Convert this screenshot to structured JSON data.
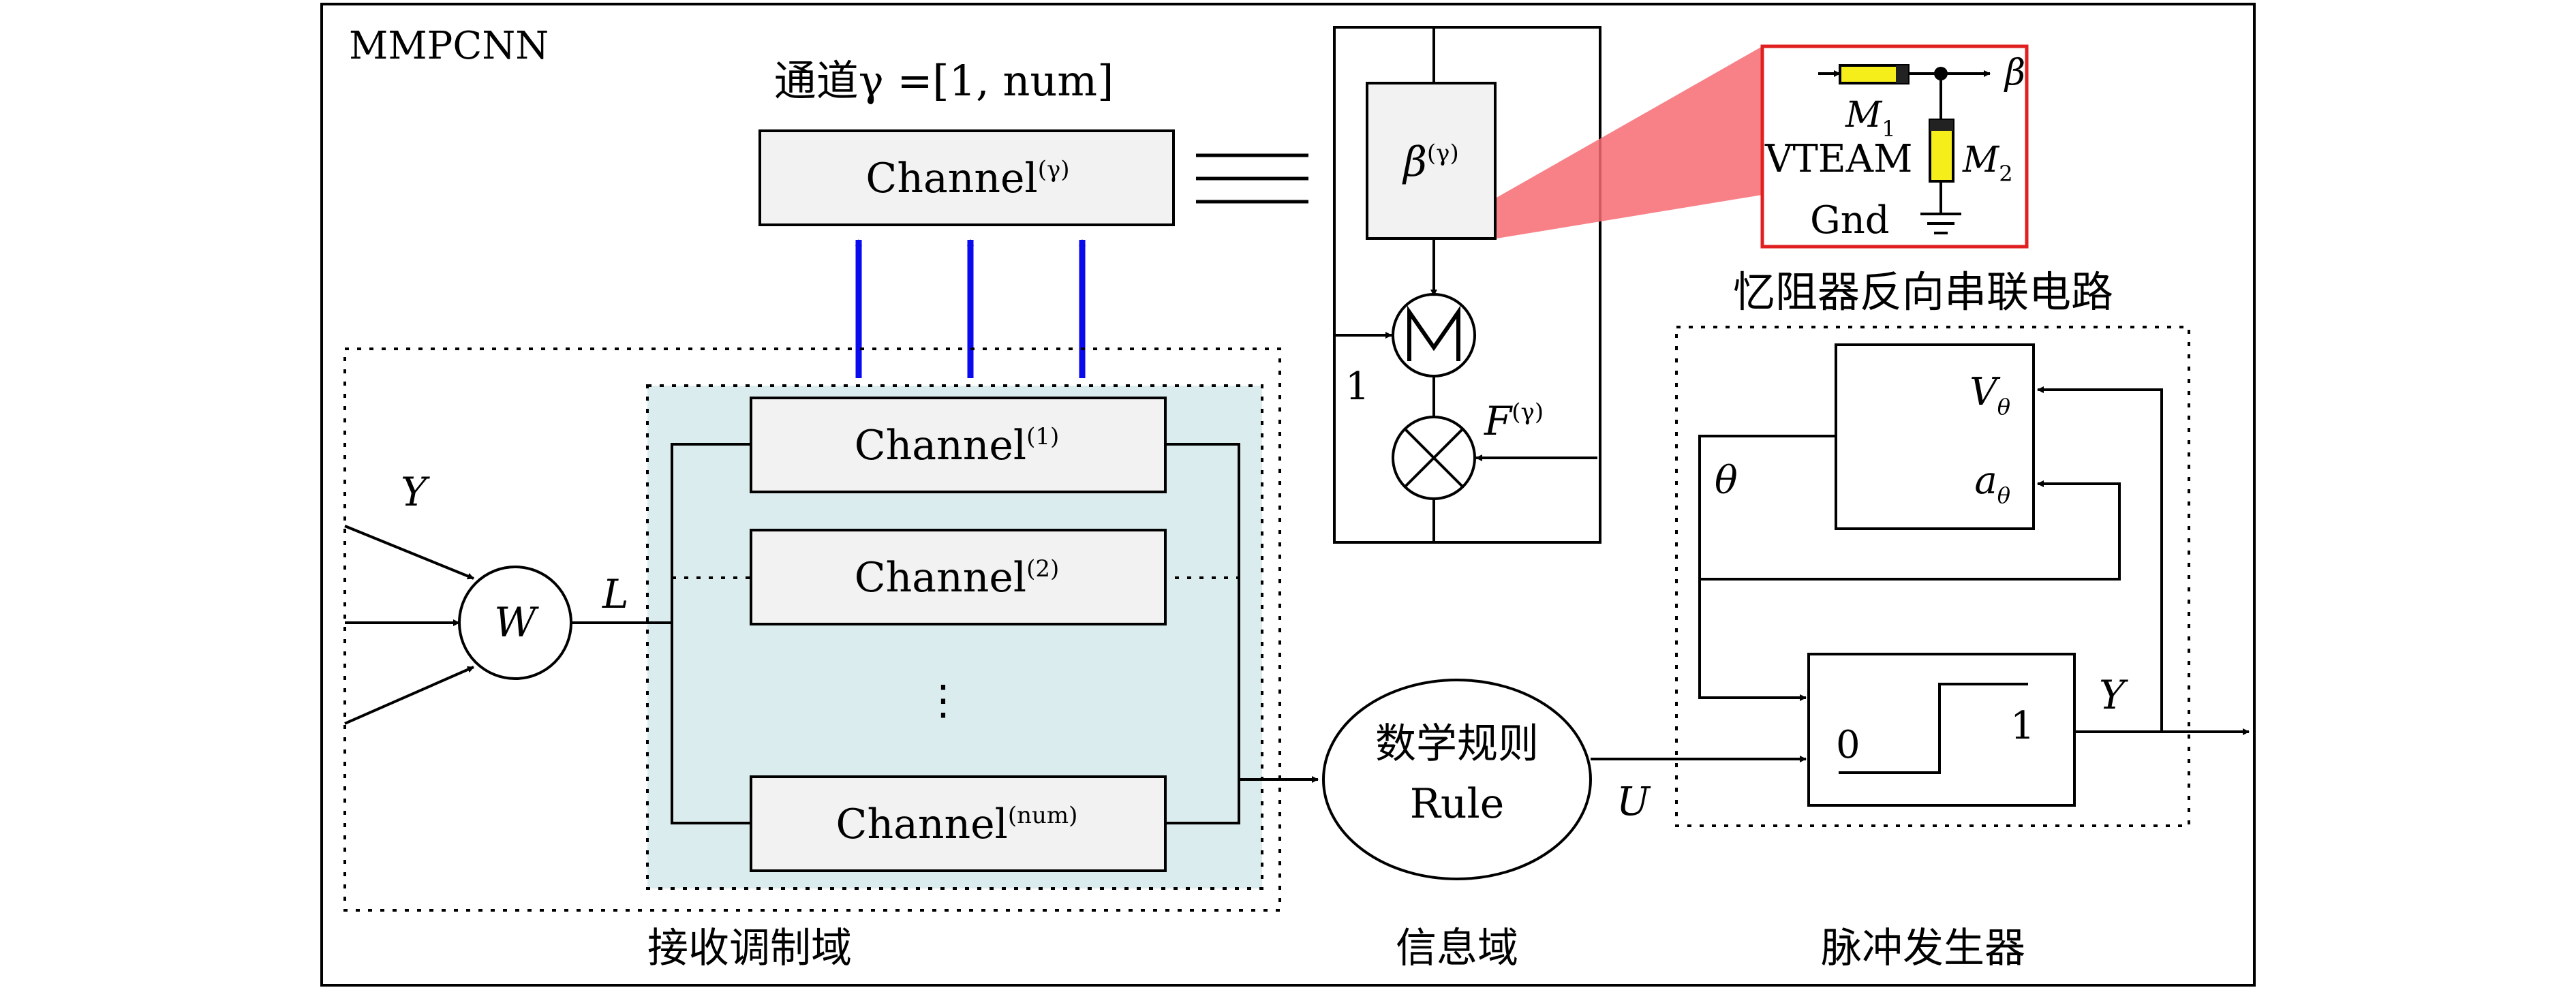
{
  "frame_title": "MMPCNN",
  "top": {
    "channel_range_label": "通道γ =[1, num]",
    "channel_gamma_name": "Channel",
    "channel_gamma_sup": "(γ)"
  },
  "neuron": {
    "beta_name": "β",
    "beta_sup": "(γ)",
    "input_one": "1",
    "feedback_name": "F",
    "feedback_sup": "(γ)"
  },
  "memristor": {
    "m1": "M",
    "m1_sub": "1",
    "m2": "M",
    "m2_sub": "2",
    "model": "VTEAM",
    "ground": "Gnd",
    "output": "β",
    "highlight_color": "#f66b72"
  },
  "receive": {
    "input_y": "Y",
    "weight": "W",
    "link": "L",
    "channel_name": "Channel",
    "channel_1_sup": "(1)",
    "channel_2_sup": "(2)",
    "channel_num_sup": "(num)",
    "ellipsis": "⋮",
    "domain_label": "接收调制域",
    "panel_fill": "#dbecee",
    "arrow_color": "#0a0aee"
  },
  "info": {
    "rule_line1": "数学规则",
    "rule_line2": "Rule",
    "output_u": "U",
    "domain_label": "信息域"
  },
  "pulse": {
    "circuit_label": "忆阻器反向串联电路",
    "v_theta": "V",
    "v_theta_sub": "θ",
    "a_theta": "a",
    "a_theta_sub": "θ",
    "theta": "θ",
    "step_low": "0",
    "step_high": "1",
    "output_y": "Y",
    "domain_label": "脉冲发生器"
  }
}
